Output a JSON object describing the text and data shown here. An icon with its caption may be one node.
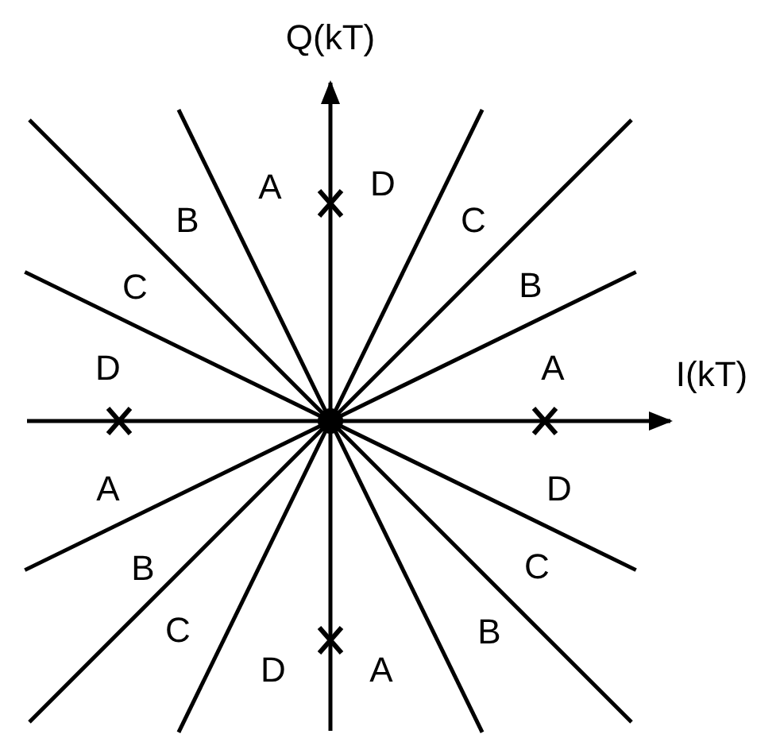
{
  "diagram": {
    "labels": [
      "Q(kT)",
      "A",
      "D",
      "B",
      "C",
      "C",
      "B",
      "D",
      "A",
      "I(kT)",
      "A",
      "D",
      "B",
      "C",
      "C",
      "B",
      "D",
      "A"
    ]
  }
}
